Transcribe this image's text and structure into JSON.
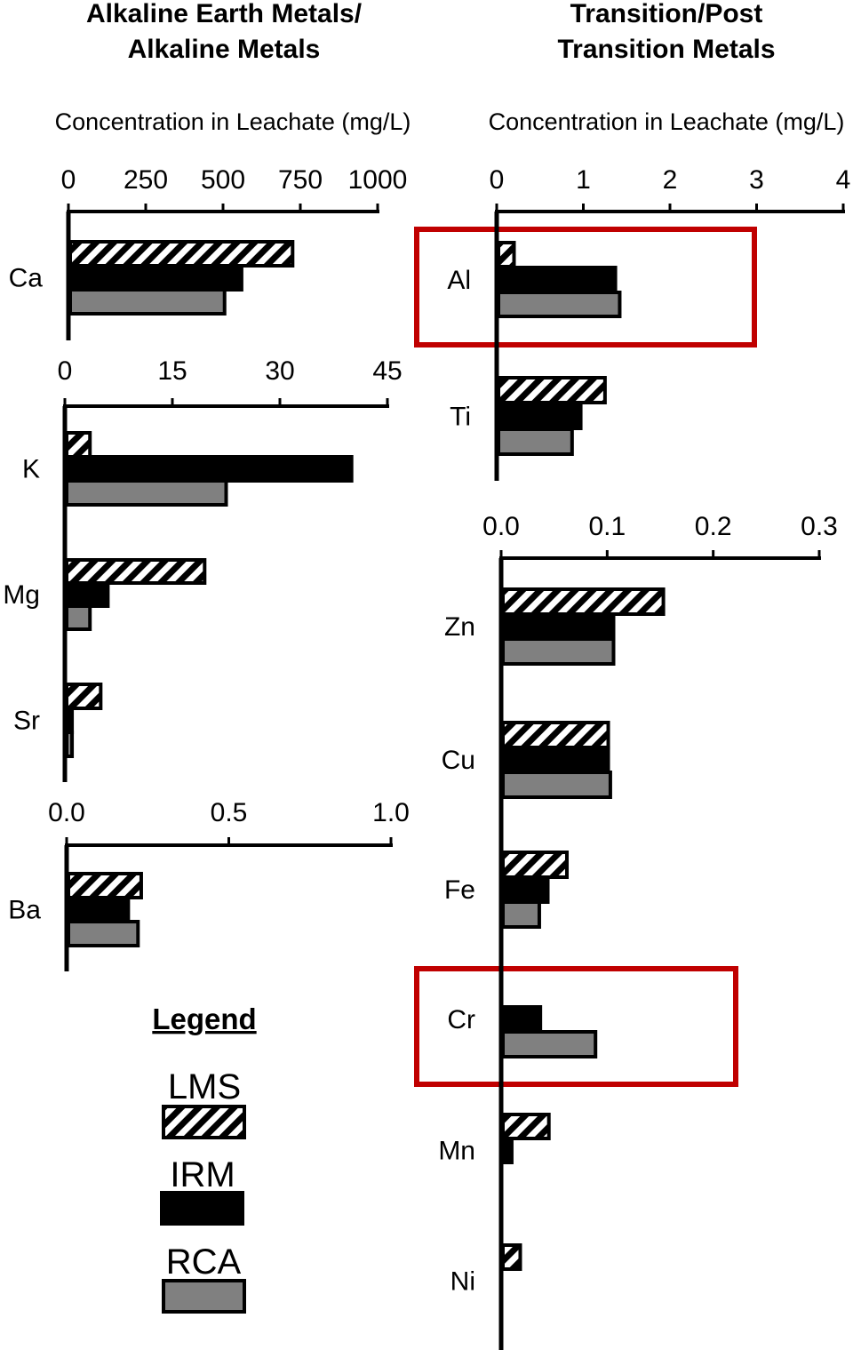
{
  "headers": {
    "left": [
      "Alkaline Earth Metals/",
      "Alkaline Metals"
    ],
    "right": [
      "Transition/Post",
      "Transition Metals"
    ]
  },
  "axis_label": "Concentration in Leachate (mg/L)",
  "legend": {
    "title": "Legend",
    "items": [
      "LMS",
      "IRM",
      "RCA"
    ]
  },
  "colors": {
    "LMS": "hatched",
    "IRM": "#000000",
    "RCA": "#808080",
    "highlight": "#c00000"
  },
  "chart_data": [
    {
      "type": "bar",
      "orientation": "horizontal",
      "xlim": [
        0,
        1000
      ],
      "ticks": [
        "0",
        "250",
        "500",
        "750",
        "1000"
      ],
      "categories": [
        "Ca"
      ],
      "series": [
        {
          "name": "LMS",
          "values": [
            725
          ]
        },
        {
          "name": "IRM",
          "values": [
            560
          ]
        },
        {
          "name": "RCA",
          "values": [
            505
          ]
        }
      ]
    },
    {
      "type": "bar",
      "orientation": "horizontal",
      "xlim": [
        0,
        45
      ],
      "ticks": [
        "0",
        "15",
        "30",
        "45"
      ],
      "categories": [
        "K",
        "Mg",
        "Sr"
      ],
      "series": [
        {
          "name": "LMS",
          "values": [
            3.5,
            19.5,
            5.0
          ]
        },
        {
          "name": "IRM",
          "values": [
            40.0,
            6.0,
            1.0
          ]
        },
        {
          "name": "RCA",
          "values": [
            22.5,
            3.5,
            1.0
          ]
        }
      ]
    },
    {
      "type": "bar",
      "orientation": "horizontal",
      "xlim": [
        0,
        1.0
      ],
      "ticks": [
        "0.0",
        "0.5",
        "1.0"
      ],
      "categories": [
        "Ba"
      ],
      "series": [
        {
          "name": "LMS",
          "values": [
            0.23
          ]
        },
        {
          "name": "IRM",
          "values": [
            0.19
          ]
        },
        {
          "name": "RCA",
          "values": [
            0.22
          ]
        }
      ]
    },
    {
      "type": "bar",
      "orientation": "horizontal",
      "xlim": [
        0,
        4
      ],
      "ticks": [
        "0",
        "1",
        "2",
        "3",
        "4"
      ],
      "categories": [
        "Al",
        "Ti"
      ],
      "highlighted": [
        "Al"
      ],
      "series": [
        {
          "name": "LMS",
          "values": [
            0.2,
            1.25
          ]
        },
        {
          "name": "IRM",
          "values": [
            1.37,
            0.97
          ]
        },
        {
          "name": "RCA",
          "values": [
            1.42,
            0.87
          ]
        }
      ]
    },
    {
      "type": "bar",
      "orientation": "horizontal",
      "xlim": [
        0,
        0.3
      ],
      "ticks": [
        "0.0",
        "0.1",
        "0.2",
        "0.3"
      ],
      "categories": [
        "Zn",
        "Cu",
        "Fe",
        "Cr",
        "Mn",
        "Ni"
      ],
      "highlighted": [
        "Cr"
      ],
      "series": [
        {
          "name": "LMS",
          "values": [
            0.153,
            0.101,
            0.062,
            0.0,
            0.045,
            0.018
          ]
        },
        {
          "name": "IRM",
          "values": [
            0.106,
            0.101,
            0.044,
            0.037,
            0.01,
            0.0
          ]
        },
        {
          "name": "RCA",
          "values": [
            0.106,
            0.103,
            0.036,
            0.089,
            0.0,
            0.0
          ]
        }
      ]
    }
  ]
}
